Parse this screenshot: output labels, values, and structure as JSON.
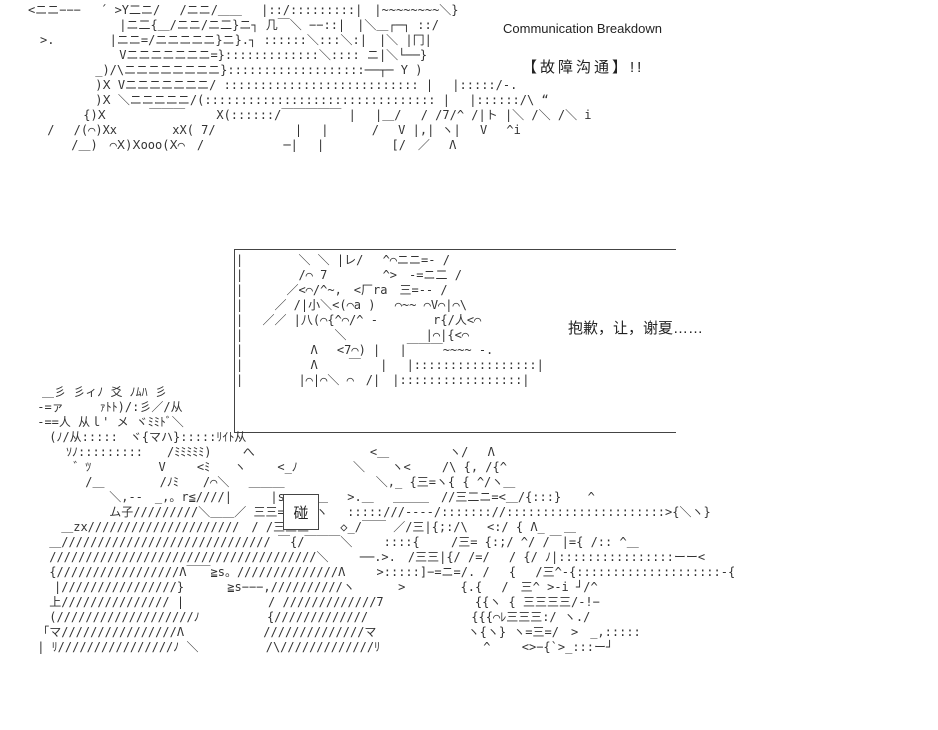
{
  "art": {
    "top": "<ニニ−−−　 ´ >Y二ニ/　 /ニニ/＿＿　 |::/:::::::::|　|~~~~~~~~＼}\n　　　　　　　 |ニ二{＿/ニニ/ニ二}ニ┐ 几￣＼ −−::|　|＼＿┌─┐ ::/\n　>.　　　　 |ニニ=/ニニニニニ}ニ}.┐ ::::::＼:::＼:|　|＼ |冂|\n　　　　　　　 Vニニニニニニニ=}:::::::::::::＼:::: ニ|＼└──}\n　　　　　 _)/\\ニニニニニニニニ}:::::::::::::::::::──┬─ Y )\n　　　　　 )Ⅹ Vニニニニニニニ/ ::::::::::::::::::::::::::: |　 |:::::/-.\n　　　　　 )Ⅹ ＼ニニニニニ/(:::::::::::::::::::::::::::::::: |　 |::::::/\\ “\n　　　　 {)Ⅹ　　　 ￣￣￣　　 X(::::::/￣￣￣￣￣ |　 |＿/ 　/ /7/^ /|ト |＼ /＼ /＼ i\n　 /　 /(⌒)Xx　　　　 xX( 7/　　　　　　 |　 |　　　 /　 V |,| ヽ| 　V　 ^i\n　　　 /＿)　⌒Ⅹ)Ⅹooo(Ⅹ⌒　/　　　　　　 ─|　 |　　　　　 [/　／　 Λ",
    "panel": "|　　　　 ＼ ＼ |レ/　 ^⌒ニニ=- /\n|　　　　 /⌒ 7　　　　 ^>　-=ニ二 /\n|　　　 ／<⌒/^~,　<厂ra　三=-- /\n|　　 ／ /|小＼<(⌒a )　 ⌒~~ ⌒V⌒|⌒\\\n|　 ／／ |八(⌒{^⌒/^ -　　　　 r{/人<⌒\n|　　　　　　　 ＼　　　　　　 |⌒|{<⌒\n|　　　　　 Λ　 <7⌒) |　 |￣￣￣~~~~ -.\n|　　　　　 Λ　　 ￣　 |　 |:::::::::::::::::|\n|　　　　 |⌒|⌒＼ ⌒　/|　|:::::::::::::::::|",
    "left": "　＿彡 彡ィﾉ 爻 ﾉﾑﾊ 彡\n -=ァ　　　ｧﾄﾄ)/:彡／/从\n -==人 从ｌ' メ ヾﾐﾐﾄﾞ＼\n　 (ﾉ/从:::::　ヾ{マハ}:::::ﾘｲﾄ从",
    "bottom": "　　　ｿﾉ:::::::::　　/ﾐﾐﾐﾐﾐ)　　 へ　　　　　　　　　 <＿　　　　　ヽ/　 Λ\n　　　 ゛ﾂ　　　　　 V　　 <ﾐ　　ヽ　　 <_ﾉ　　　　 ＼ 　 ヽ<　　 /\\ {, /{^\n　　　　 /＿　　　　 /ﾉﾐ　　/⌒＼　 ＿＿＿　　　　　　　 ＼,_ {三=ヽ{ { ^/ヽ＿\n　　　　　　 ＼,--　_,。r≦////|　 　 |s。<＿＿　 >.＿　 ＿＿＿　//三二ニ=<＿/{:::} 　 ^\n　　　　　　 ム子/////////＼＿＿／ 三三=＼　 ヽ 　:::::///----/::::::://::::::::::::::::::::::>{＼ヽ}\n　　 ＿zx/////////////////////　/ /三三三=　　◇_/￣￣ ／/三|{;:/\\　 <:/ { Λ_　 ＿\n　 ＿///////////////////////////// ￣{/￣￣￣＼　　 ::::{　　 /三= {:;/ ^/ /￣|={ /:: ^＿\n　 /////////////////////////////////////＼　　 ──.>.　/三三|{/ /=/　 / {/ ﾉ|::::::::::::::::ーー<\n　 {/////////////////Λ￣￣≧s。//////////////Λ　　 >:::::]−=ニ=/. /　 {　 /三^-{::::::::::::::::::::-{\n　　|////////////////}　　　 ≧s−−−,//////////ヽ　　　 >　　　　 {.{　 /　三^ >-i ┘/^\n　 上/////////////// |　　　　　　　/ /////////////7　　　　　　　 {{ヽ { 三三三三/-!−\n　 (///////////////////ﾉ　　　　　 {/////////////　　　　　　　　 {{{⌒ﾚ三三三:/ ヽ./\n 「マ////////////////Λ　　　　　　 //////////////マ　　　　　　　 ヽ{ヽ} ヽ=三=/　>　_,:::::\n | ﾘ////////////////ﾉ ＼　　　　　 /\\/////////////ﾘ　　　　　　　　 ^　　 <>−{`>_:::ー┘"
  },
  "captions": {
    "title_en": "Communication Breakdown",
    "title_zh": "【故障沟通】!!",
    "apology": "抱歉，让，谢夏……"
  },
  "box_char": "碰"
}
